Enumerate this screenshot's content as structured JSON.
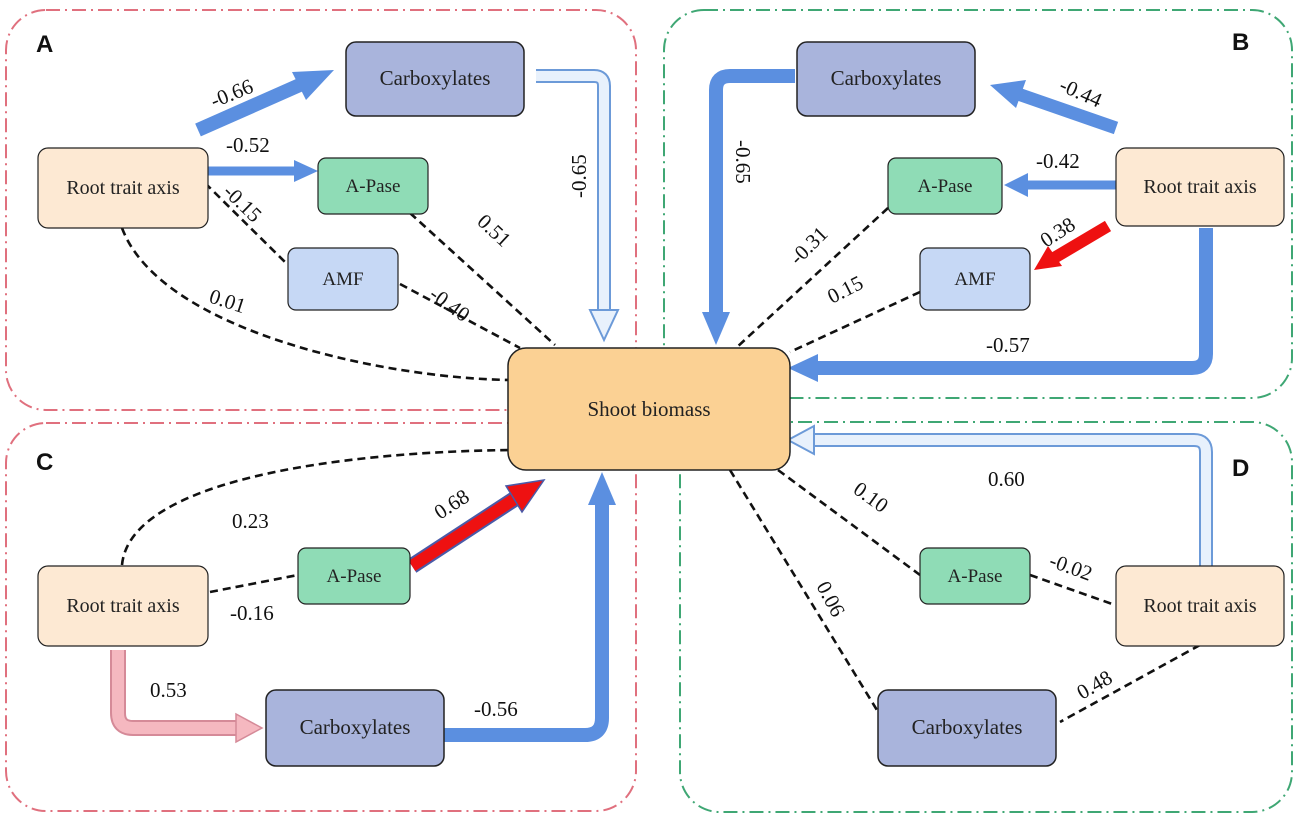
{
  "panels": {
    "a": "A",
    "b": "B",
    "c": "C",
    "d": "D"
  },
  "nodes": {
    "shoot": "Shoot biomass",
    "a_carb": "Carboxylates",
    "a_root": "Root trait axis",
    "a_apase": "A-Pase",
    "a_amf": "AMF",
    "b_carb": "Carboxylates",
    "b_root": "Root trait axis",
    "b_apase": "A-Pase",
    "b_amf": "AMF",
    "c_root": "Root trait axis",
    "c_apase": "A-Pase",
    "c_carb": "Carboxylates",
    "d_root": "Root trait axis",
    "d_apase": "A-Pase",
    "d_carb": "Carboxylates"
  },
  "coefficients": {
    "a_root_carb": "-0.66",
    "a_root_apase": "-0.52",
    "a_root_amf": "-0.15",
    "a_carb_shoot": "-0.65",
    "a_apase_shoot": "0.51",
    "a_amf_shoot": "-0.40",
    "a_root_shoot": "0.01",
    "b_root_carb": "-0.44",
    "b_carb_shoot": "-0.65",
    "b_root_apase": "-0.42",
    "b_root_amf": "0.38",
    "b_apase_shoot": "-0.31",
    "b_amf_shoot": "0.15",
    "b_root_shoot": "-0.57",
    "c_root_shoot": "0.23",
    "c_apase_shoot": "0.68",
    "c_root_apase": "-0.16",
    "c_root_carb": "0.53",
    "c_carb_shoot": "-0.56",
    "d_root_shoot": "0.60",
    "d_apase_shoot": "0.10",
    "d_root_apase": "-0.02",
    "d_carb_shoot": "0.06",
    "d_root_carb": "0.48"
  },
  "colors": {
    "negative_significant": "#5b8fe0",
    "negative_nonsignificant": "#dceafa",
    "positive_significant": "#ee1111",
    "positive_nonsignificant": "#f5b8c0",
    "panel_ac_border": "#e0707e",
    "panel_bd_border": "#3fa774",
    "root_fill": "#fde9d3",
    "carb_fill": "#a9b4dc",
    "apase_fill": "#8fdcb6",
    "amf_fill": "#c6d8f5",
    "shoot_fill": "#fbd194"
  }
}
